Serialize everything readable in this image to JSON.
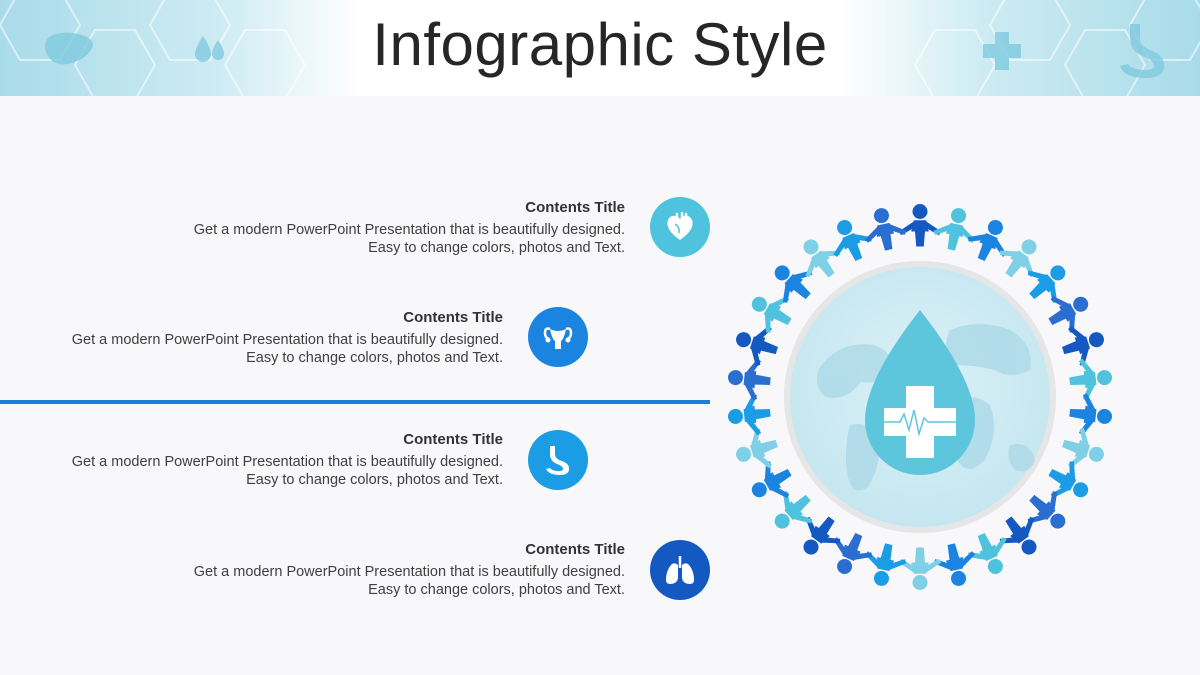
{
  "slide": {
    "title": "Infographic Style"
  },
  "items": [
    {
      "title": "Contents Title",
      "line1": "Get a modern PowerPoint  Presentation that is beautifully designed.",
      "line2": "Easy to change colors, photos and Text.",
      "icon": "heart-icon",
      "color": "#4fc3dd"
    },
    {
      "title": "Contents Title",
      "line1": "Get a modern PowerPoint  Presentation that is beautifully designed.",
      "line2": "Easy to change colors, photos and Text.",
      "icon": "uterus-icon",
      "color": "#1b84e0"
    },
    {
      "title": "Contents Title",
      "line1": "Get a modern PowerPoint  Presentation that is beautifully designed.",
      "line2": "Easy to change colors, photos and Text.",
      "icon": "stomach-icon",
      "color": "#1b9de6"
    },
    {
      "title": "Contents Title",
      "line1": "Get a modern PowerPoint  Presentation that is beautifully designed.",
      "line2": "Easy to change colors, photos and Text.",
      "icon": "lungs-icon",
      "color": "#1458c2"
    }
  ],
  "graphic": {
    "center_icon": "medical-drop-cross-icon",
    "ring_icon": "people-holding-hands-icon"
  }
}
